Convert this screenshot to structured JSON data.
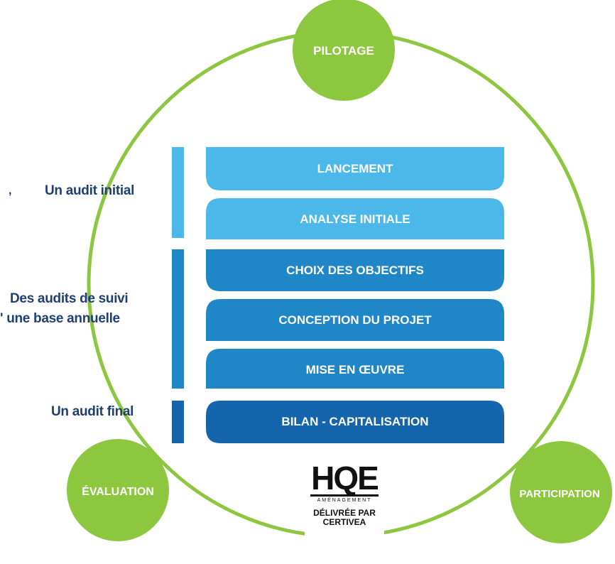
{
  "circles": {
    "top": "PILOTAGE",
    "left": "ÉVALUATION",
    "right": "PARTICIPATION"
  },
  "steps": [
    "LANCEMENT",
    "ANALYSE INITIALE",
    "CHOIX DES OBJECTIFS",
    "CONCEPTION DU PROJET",
    "MISE EN ŒUVRE",
    "BILAN - CAPITALISATION"
  ],
  "audit_labels": {
    "initial": "Un audit initial",
    "suivi_line1": "Des audits de suivi",
    "suivi_line2": "' une base annuelle",
    "final": "Un audit final"
  },
  "logo": {
    "main": "HQE",
    "sub": "AMÉNAGEMENT",
    "line1": "DÉLIVRÉE PAR",
    "line2": "CERTIVEA"
  },
  "colors": {
    "green": "#8dc63f",
    "light_blue": "#4cb8ea",
    "mid_blue": "#1f86c8",
    "dark_blue": "#1565ad",
    "text_dark": "#1f3f73"
  }
}
